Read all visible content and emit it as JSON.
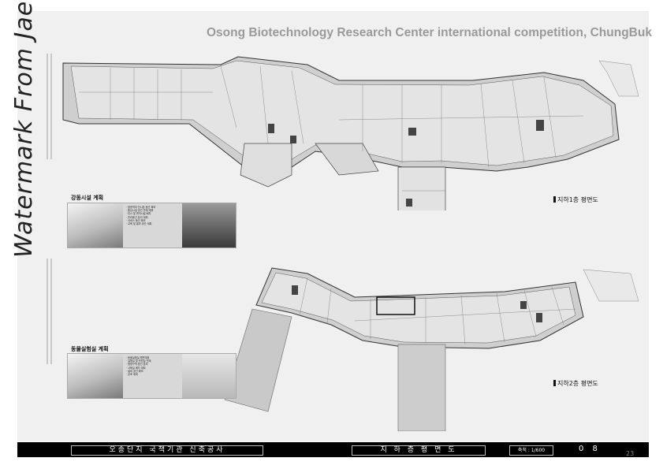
{
  "watermark": "Watermark From Jaee.net",
  "title": "Osong Biotechnology Research Center international competition, ChungBuk",
  "plans": {
    "b1_label": "지하1층 평면도",
    "b2_label": "지하2층 평면도"
  },
  "sections": {
    "section1_title": "강동시설 계획",
    "section2_title": "동물실험실 계획",
    "section1_text": [
      "· 방문객의 전시장 동선 확보",
      "· 중심시설 공간 연계 계획",
      "· 전시 및 편의시설 배치",
      "· 관리동선 분리 계획",
      "· 서비스 동선 확보",
      "· 교육 및 홍보 공간 계획"
    ],
    "section2_text": [
      "· 동물실험실 평면계획",
      "· 실험실 및 관련실 연계",
      "· 청정구역 동선 분리",
      "· 사육실 배치 계획",
      "· 설비 공간 확보",
      "· 공조 계획"
    ]
  },
  "footer": {
    "project": "오송단지 국책기관 신축공사",
    "drawing": "지 하 층  평 면 도",
    "scale": "축척 : 1/600",
    "sheet": "0 8"
  },
  "page_number": "23"
}
